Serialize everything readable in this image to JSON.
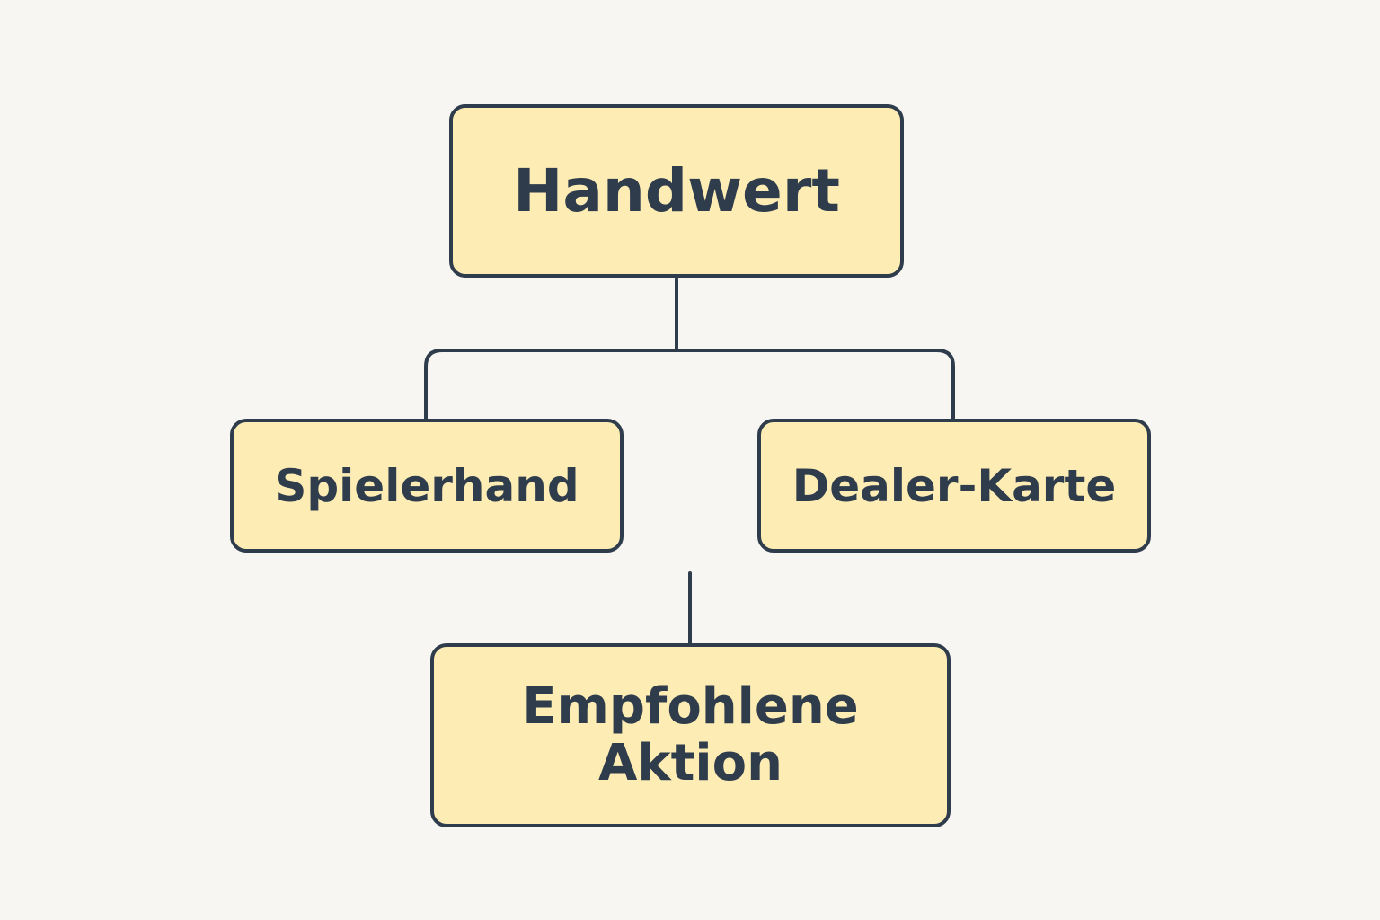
{
  "diagram": {
    "nodes": {
      "root": {
        "label": "Handwert"
      },
      "player": {
        "label": "Spielerhand"
      },
      "dealer": {
        "label": "Dealer-Karte"
      },
      "action": {
        "label": "Empfohlene\nAktion"
      }
    },
    "edges": [
      {
        "from": "root",
        "to": "player"
      },
      {
        "from": "root",
        "to": "dealer"
      }
    ],
    "colors": {
      "background": "#f7f6f3",
      "node_fill": "#fdedb5",
      "stroke": "#2f3c4b",
      "text": "#2f3c4b"
    }
  }
}
